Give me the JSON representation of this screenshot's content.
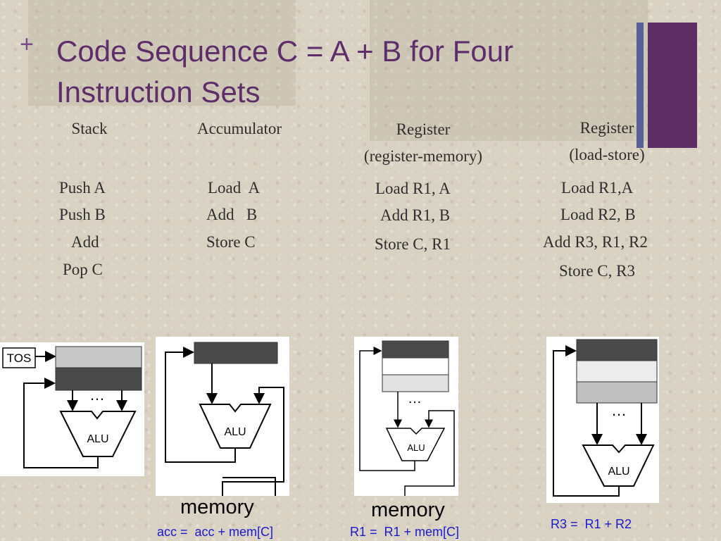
{
  "title": {
    "bullet": "+",
    "line1": "Code Sequence  C = A + B for Four",
    "line2": "Instruction Sets"
  },
  "columns": [
    {
      "header": "Stack",
      "instructions": [
        "Push A",
        "Push B",
        "Add",
        "Pop C"
      ]
    },
    {
      "header": "Accumulator",
      "instructions": [
        "Load  A",
        "Add   B",
        "Store C"
      ]
    },
    {
      "header_line1": "Register",
      "header_line2": "(register-memory)",
      "instructions": [
        "Load R1, A",
        "Add R1, B",
        "Store C, R1"
      ]
    },
    {
      "header_line1": "Register",
      "header_line2": "(load-store)",
      "instructions": [
        "Load R1,A",
        "Load R2, B",
        "Add R3, R1, R2",
        "Store C, R3"
      ]
    }
  ],
  "diagrams": {
    "stack": {
      "tos_label": "TOS",
      "dots": "…",
      "alu_label": "ALU"
    },
    "accumulator": {
      "dots": "",
      "alu_label": "ALU",
      "caption": "memory",
      "equation": "acc =  acc + mem[C]"
    },
    "register_memory": {
      "dots": "…",
      "alu_label": "ALU",
      "caption": "memory",
      "equation": "R1 =  R1 + mem[C]"
    },
    "load_store": {
      "dots": "…",
      "alu_label": "ALU",
      "equation": "R3 =  R1 + R2"
    }
  },
  "colors": {
    "title": "#5d2e6a",
    "accent_thin_bar": "#5a5f99",
    "accent_thick_bar": "#5d2e63",
    "equation": "#1a1ad0",
    "register_dark": "#4a4a4a",
    "register_light": "#c8c8c8"
  }
}
